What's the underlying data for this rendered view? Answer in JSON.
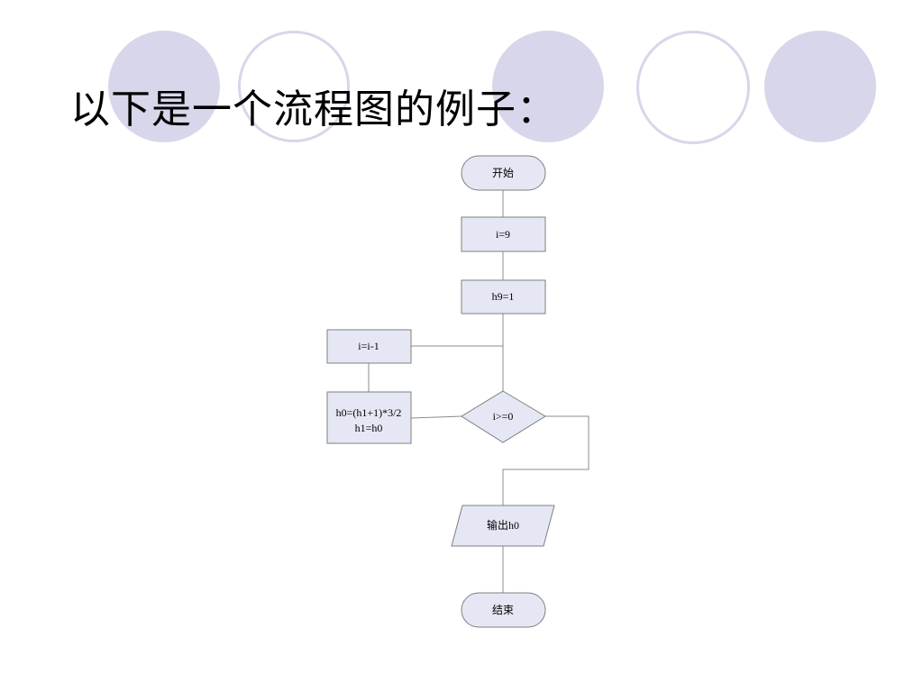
{
  "slide": {
    "title": "以下是一个流程图的例子："
  },
  "flowchart": {
    "nodes": {
      "start": "开始",
      "init_i": "i=9",
      "init_h9": "h9=1",
      "decrement": "i=i-1",
      "compute_line1": "h0=(h1+1)*3/2",
      "compute_line2": "h1=h0",
      "condition": "i>=0",
      "output": "输出h0",
      "end": "结束"
    }
  },
  "colors": {
    "decor_circle": "#d7d6ea",
    "shape_fill": "#e5e8f4",
    "shape_stroke": "#7f7f7f"
  }
}
